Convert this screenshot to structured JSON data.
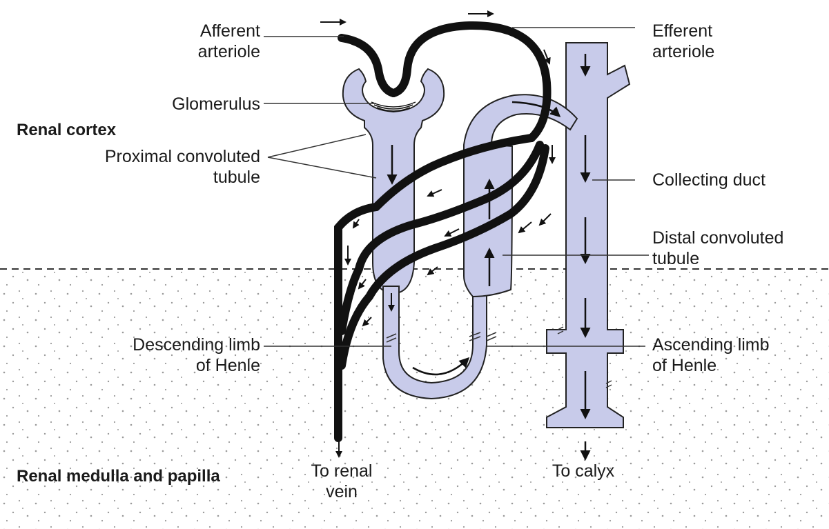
{
  "diagram": {
    "colors": {
      "tubule_fill": "#c8cbea",
      "vessel": "#111111",
      "medulla_dots": "#9a9a9a",
      "text": "#1a1a1a"
    },
    "regions": {
      "cortex": "Renal cortex",
      "medulla": "Renal medulla and papilla"
    },
    "labels": {
      "afferent_1": "Afferent",
      "afferent_2": "arteriole",
      "efferent_1": "Efferent",
      "efferent_2": "arteriole",
      "glomerulus": "Glomerulus",
      "proximal_1": "Proximal convoluted",
      "proximal_2": "tubule",
      "collecting": "Collecting duct",
      "distal_1": "Distal convoluted",
      "distal_2": "tubule",
      "descending_1": "Descending limb",
      "descending_2": "of Henle",
      "ascending_1": "Ascending limb",
      "ascending_2": "of Henle",
      "renal_vein_1": "To renal",
      "renal_vein_2": "vein",
      "calyx": "To calyx"
    }
  }
}
